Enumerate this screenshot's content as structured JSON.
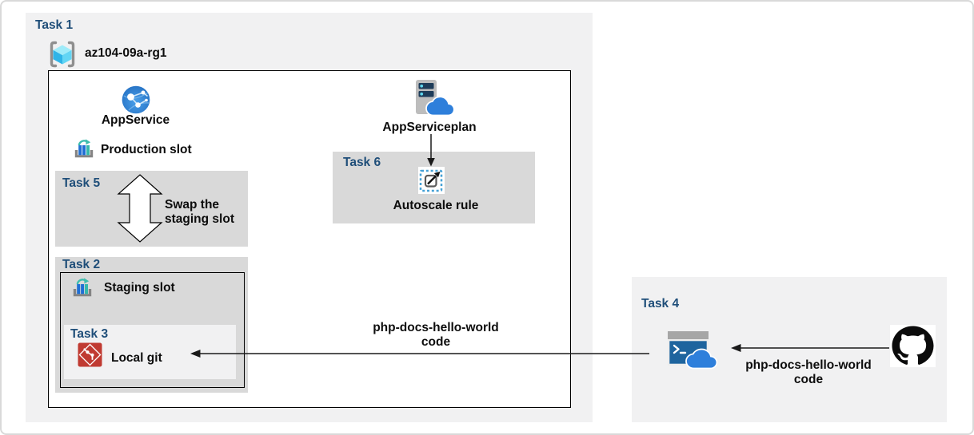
{
  "task1": {
    "label": "Task 1",
    "resource_group_name": "az104-09a-rg1"
  },
  "app_service": {
    "label": "AppService"
  },
  "production_slot": {
    "label": "Production slot"
  },
  "task5": {
    "label": "Task 5",
    "lines": [
      "Swap the",
      "staging slot"
    ]
  },
  "task2": {
    "label": "Task 2",
    "staging_slot_label": "Staging slot"
  },
  "task3": {
    "label": "Task 3",
    "local_git_label": "Local git"
  },
  "task6": {
    "label": "Task 6",
    "autoscale_label": "Autoscale rule"
  },
  "app_service_plan": {
    "label": "AppServiceplan"
  },
  "task4": {
    "label": "Task 4"
  },
  "deploy_label_inner": {
    "lines": [
      "php-docs-hello-world",
      "code"
    ]
  },
  "deploy_label_outer": {
    "lines": [
      "php-docs-hello-world",
      "code"
    ]
  },
  "colors": {
    "task_label": "#1F4E79",
    "box_gray": "#D9D9D9",
    "box_light": "#F1F1F2",
    "git_red": "#C03A31",
    "azure_blue": "#2E7FDB",
    "teal": "#3DBDAE",
    "dashed_blue": "#45A1D6",
    "github_black": "#0B0B0B"
  },
  "icons": {
    "resource_group": "resource-group-icon",
    "app_service": "app-service-globe-icon",
    "production_slot": "deployment-slot-icon",
    "swap": "swap-vertical-arrow-icon",
    "staging_slot": "deployment-slot-icon",
    "local_git": "git-icon",
    "autoscale": "autoscale-icon",
    "app_service_plan": "app-service-plan-icon",
    "cloud_shell": "cloud-shell-icon",
    "github": "github-icon"
  }
}
